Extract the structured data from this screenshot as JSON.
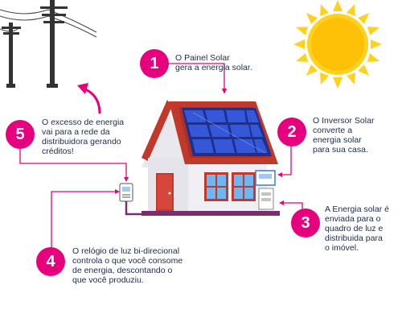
{
  "colors": {
    "accent": "#e6007e",
    "text": "#1e2a4a",
    "roof": "#c0392b",
    "panel": "#2f4fcf",
    "sun": "#ffd21f",
    "wall": "#f0f0f4"
  },
  "steps": [
    {
      "number": "1",
      "text": "O Painel Solar\ngera a energia solar."
    },
    {
      "number": "2",
      "text": "O Inversor Solar\nconverte a\nenergia solar\npara sua casa."
    },
    {
      "number": "3",
      "text": "A Energia solar é\nenviada para o\nquadro de luz e\ndistribuida para\no imóvel."
    },
    {
      "number": "4",
      "text": "O relógio de luz bi-direcional\ncontrola o que você consome\nde energia, descontando o\nque você produziu."
    },
    {
      "number": "5",
      "text": "O excesso de energia\nvai para a rede da\ndistribuidora gerando\ncréditos!"
    }
  ]
}
